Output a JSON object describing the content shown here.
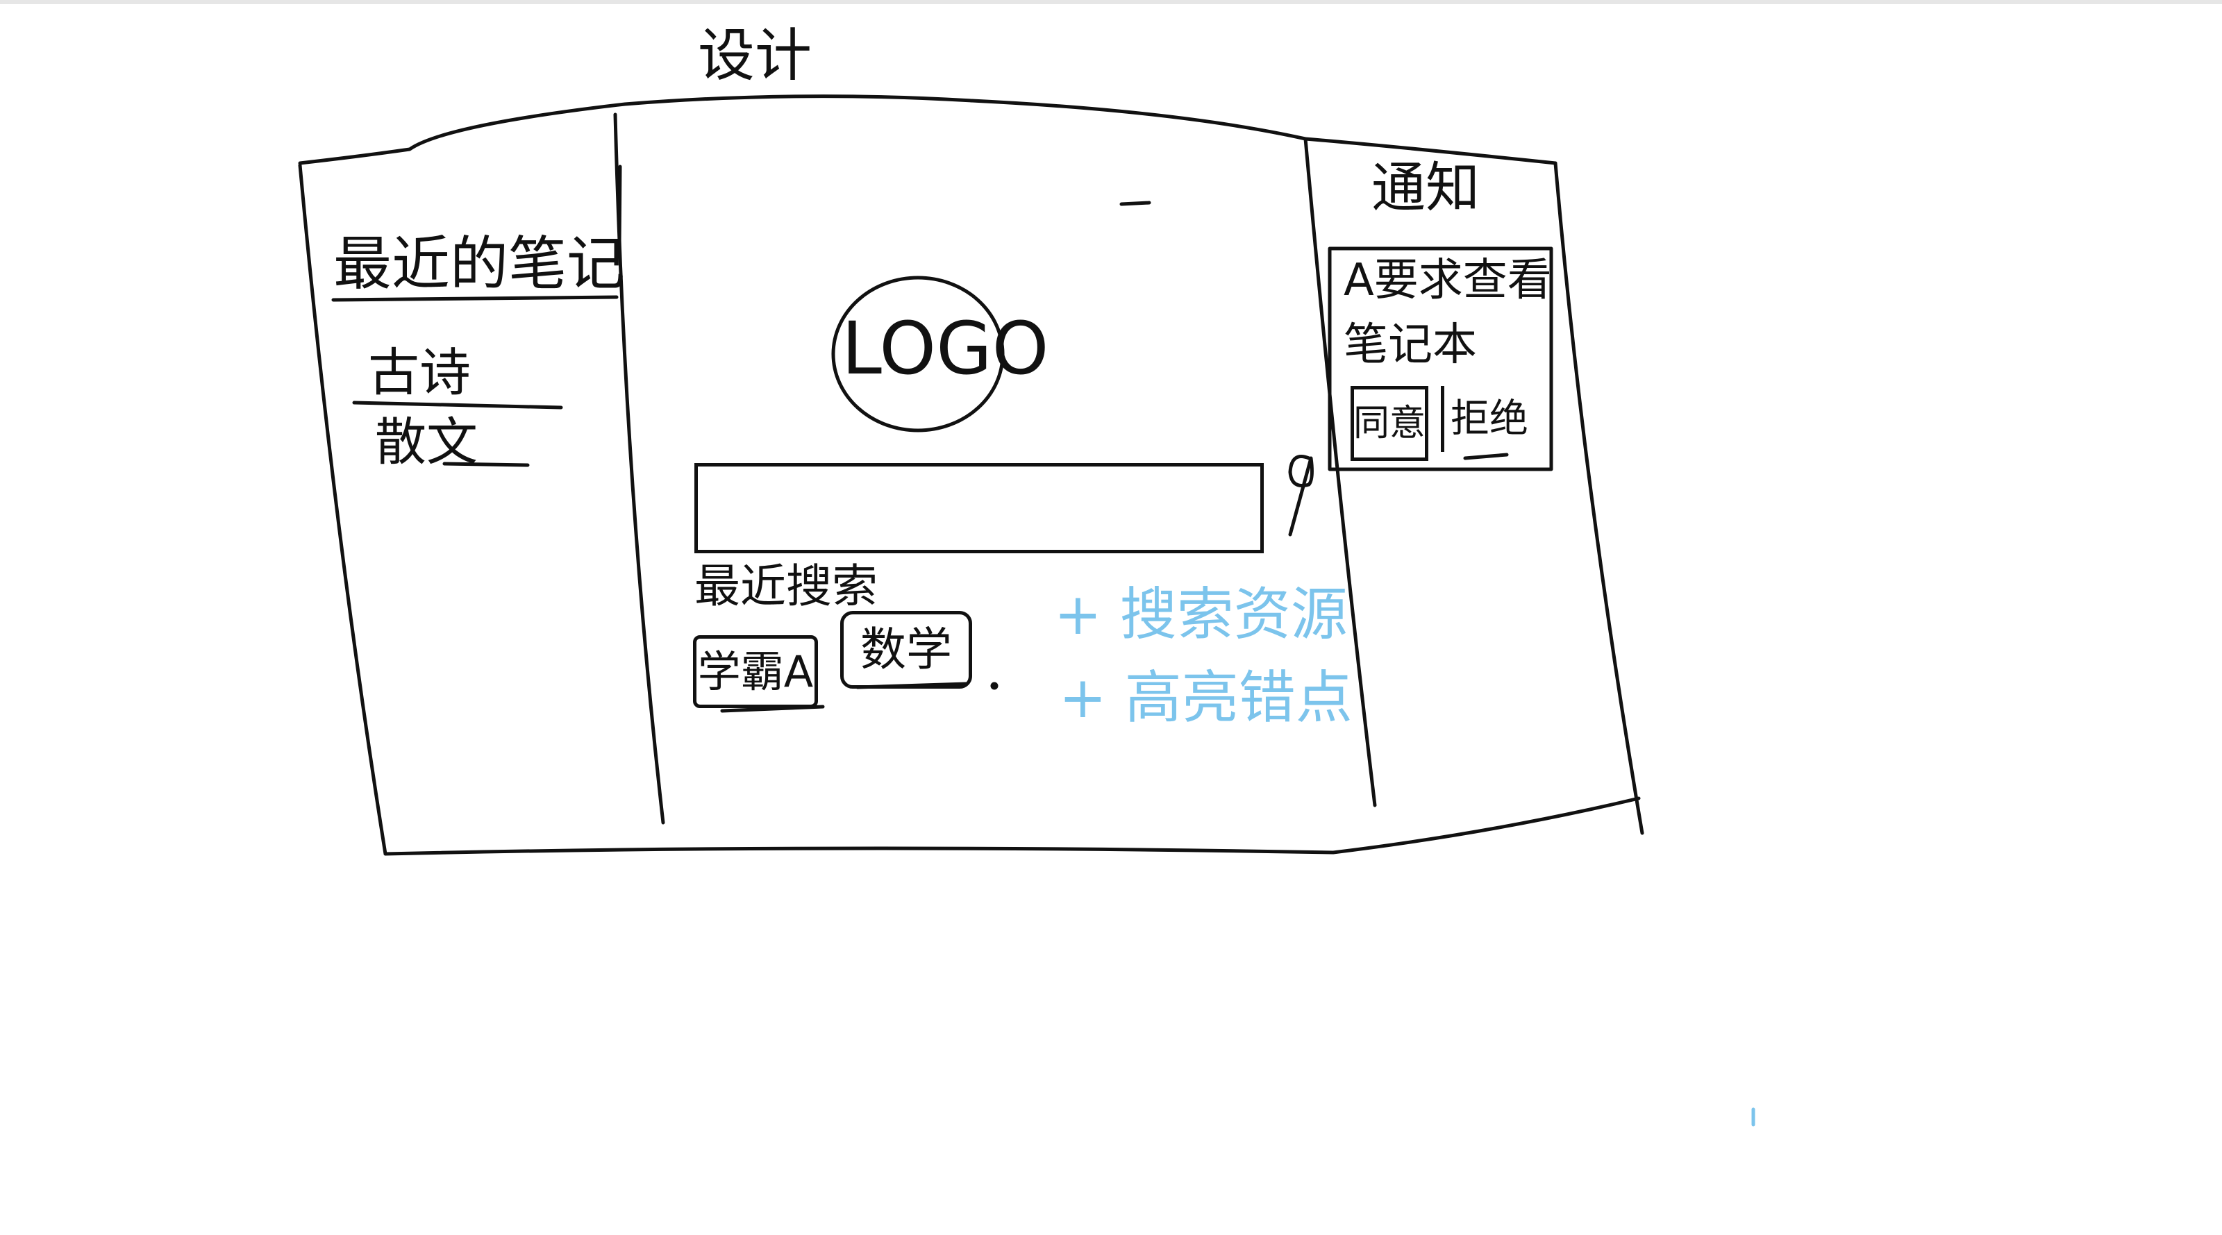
{
  "top_label": "设计",
  "sidebar": {
    "title": "最近的笔记",
    "items": [
      {
        "label": "古诗"
      },
      {
        "label": "散文"
      }
    ]
  },
  "main": {
    "logo_text": "LOGO",
    "search": {
      "value": "",
      "placeholder": "",
      "icon": "search-icon"
    },
    "recent_section": {
      "title": "最近搜索",
      "tags": [
        {
          "label": "学霸A"
        },
        {
          "label": "数学"
        }
      ]
    },
    "annotations": [
      {
        "text": "+ 搜索资源"
      },
      {
        "text": "+ 高亮错点"
      }
    ]
  },
  "notifications": {
    "title": "通知",
    "message_line1": "A要求查看",
    "message_line2": "笔记本",
    "accept_label": "同意",
    "reject_label": "拒绝"
  },
  "colors": {
    "ink": "#111111",
    "annotation": "#7cc4ec"
  }
}
